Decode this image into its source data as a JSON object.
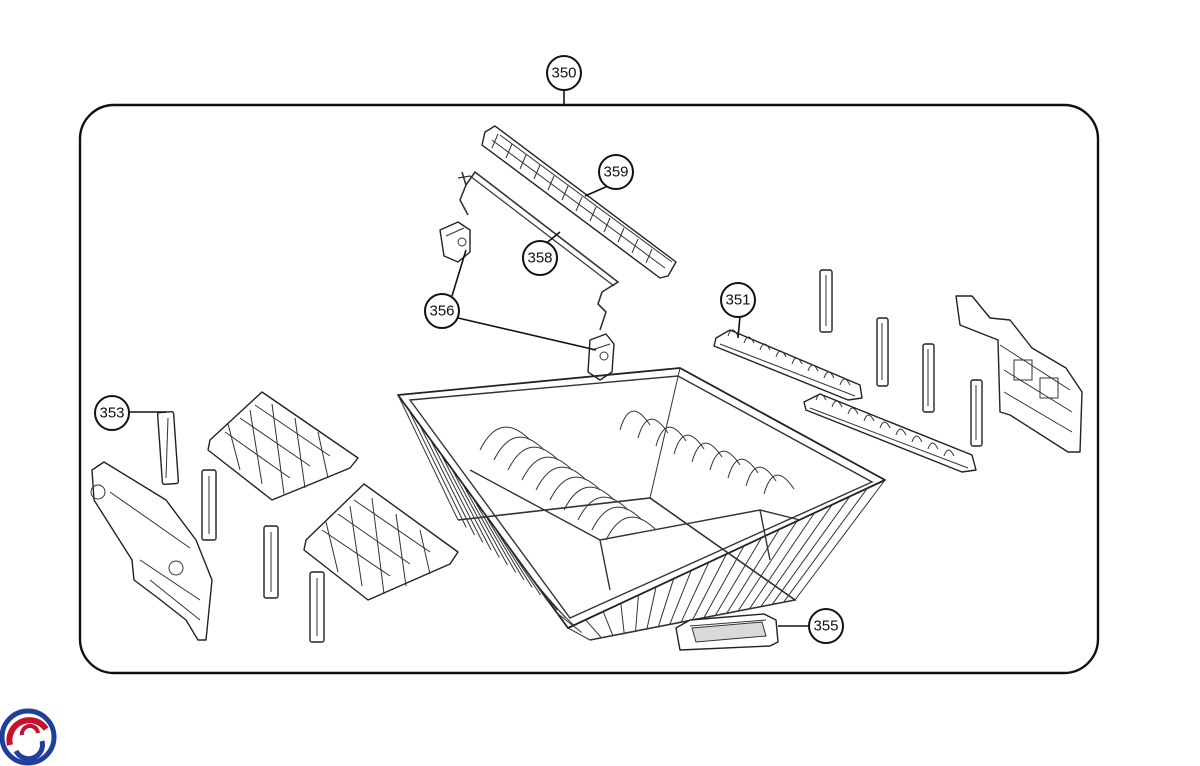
{
  "diagram": {
    "callouts": {
      "c350": "350",
      "c359": "359",
      "c358": "358",
      "c356": "356",
      "c351": "351",
      "c353": "353",
      "c355": "355"
    }
  },
  "logo": {
    "icon": "brand-swirl-logo",
    "colors": [
      "#c8102e",
      "#1f3f9a"
    ]
  }
}
